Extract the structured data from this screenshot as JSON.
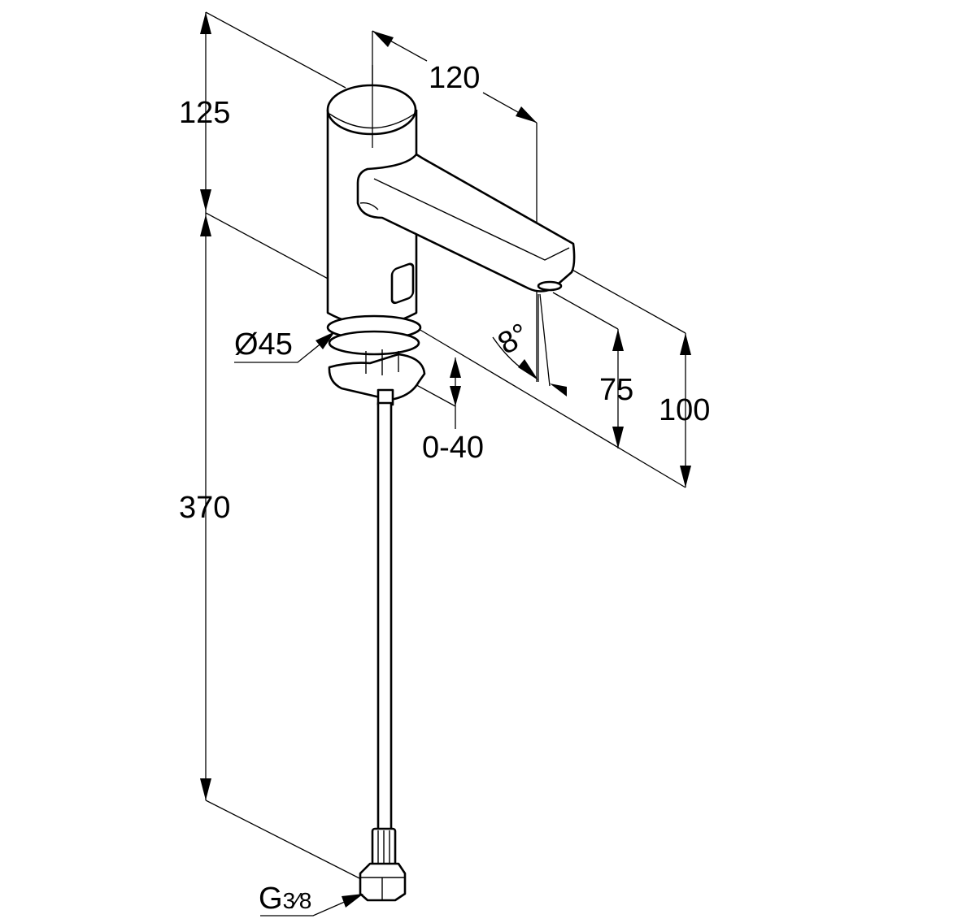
{
  "drawing": {
    "title": "Sensor basin faucet dimension drawing",
    "dimensions": {
      "top_height": "125",
      "spout_reach": "120",
      "body_diameter": "Ø45",
      "spout_angle": "8°",
      "spout_outlet_height": "75",
      "spout_top_height": "100",
      "deck_thickness": "0-40",
      "hose_length": "370",
      "thread": "G",
      "thread_fraction": "3⁄8"
    },
    "colors": {
      "line": "#000000",
      "background": "#ffffff"
    }
  }
}
